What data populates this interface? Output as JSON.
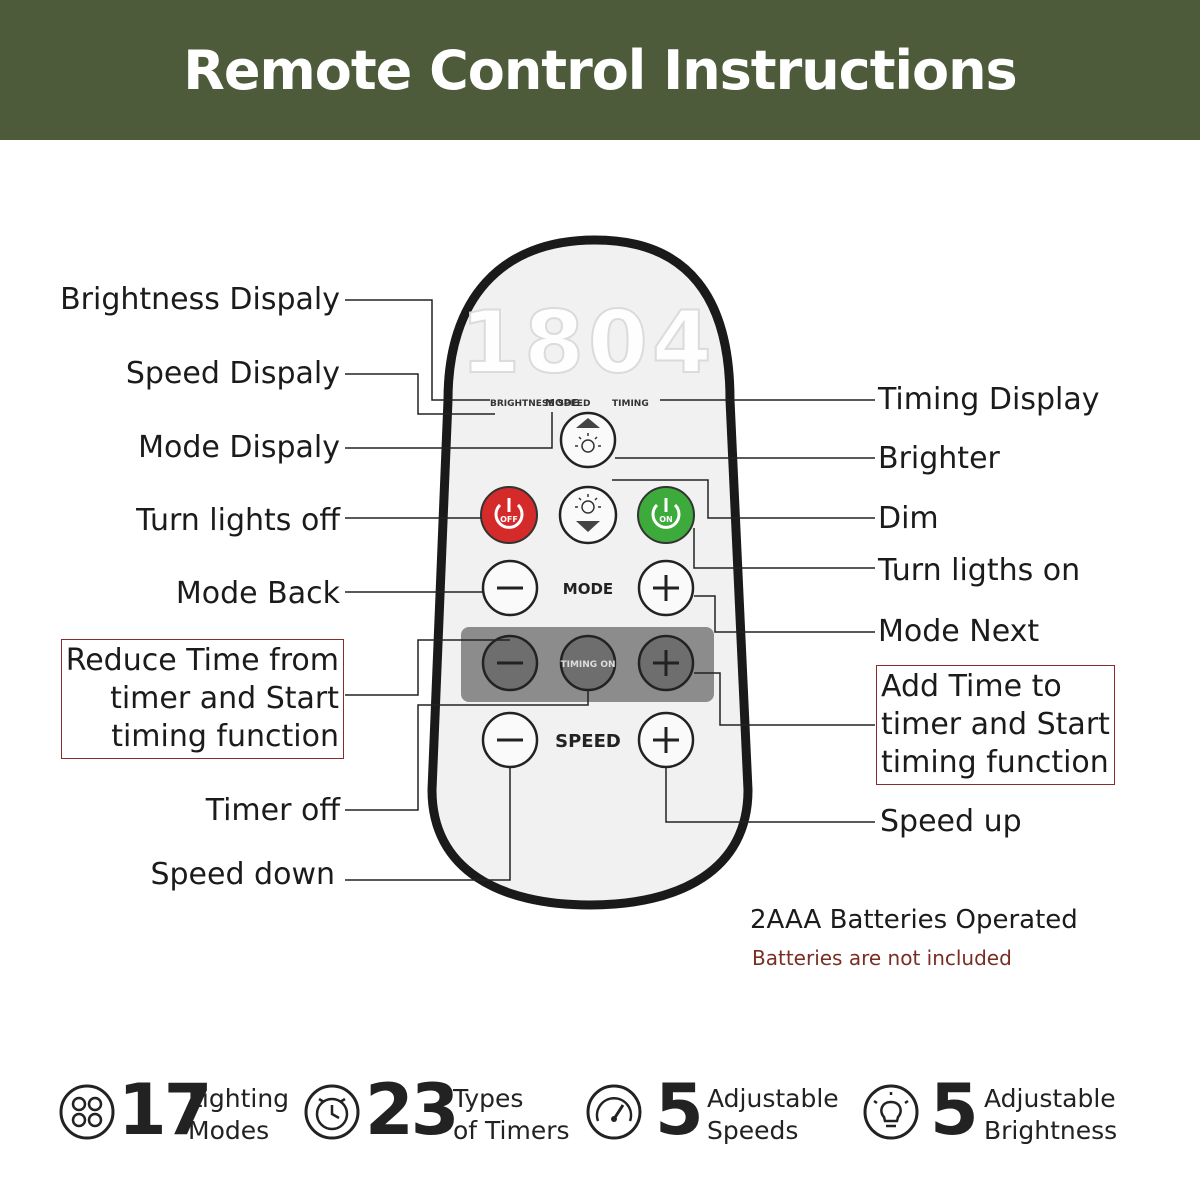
{
  "title": "Remote Control Instructions",
  "remote": {
    "display_digits": "1804",
    "indicator_brightness_speed": "BRIGHTNESS SPEED",
    "indicator_mode": "MODE",
    "indicator_timing": "TIMING",
    "off_button_label": "OFF",
    "on_button_label": "ON",
    "mode_label": "MODE",
    "timing_button_label": "TIMING ON",
    "speed_label": "SPEED"
  },
  "labels": {
    "brightness_display": "Brightness Dispaly",
    "speed_display": "Speed Dispaly",
    "mode_display": "Mode Dispaly",
    "turn_lights_off": "Turn lights off",
    "mode_back": "Mode Back",
    "reduce_time": "Reduce Time from timer and Start timing function",
    "timer_off": "Timer off",
    "speed_down": "Speed down",
    "timing_display": "Timing Display",
    "brighter": "Brighter",
    "dim": "Dim",
    "turn_lights_on": "Turn ligths on",
    "mode_next": "Mode Next",
    "add_time": "Add Time to timer and Start timing function",
    "speed_up": "Speed up"
  },
  "reduce_lines": [
    "Reduce Time from",
    "timer and Start",
    "timing function"
  ],
  "add_lines": [
    "Add Time to",
    "timer and Start",
    "timing function"
  ],
  "batteries": {
    "main": "2AAA Batteries Operated",
    "note": "Batteries are not included"
  },
  "features": [
    {
      "icon": "lighting-modes-icon",
      "number": "17",
      "line1": "Lighting",
      "line2": "Modes"
    },
    {
      "icon": "timer-icon",
      "number": "23",
      "line1": "Types",
      "line2": "of Timers"
    },
    {
      "icon": "speedometer-icon",
      "number": "5",
      "line1": "Adjustable",
      "line2": "Speeds"
    },
    {
      "icon": "bulb-icon",
      "number": "5",
      "line1": "Adjustable",
      "line2": "Brightness"
    }
  ],
  "colors": {
    "header_bg": "#4d5b3a",
    "off_button": "#d42a2a",
    "on_button": "#3cab3c",
    "timing_band": "#8c8c8c",
    "box_border": "#8a2a2a",
    "note_text": "#7a2e22"
  }
}
